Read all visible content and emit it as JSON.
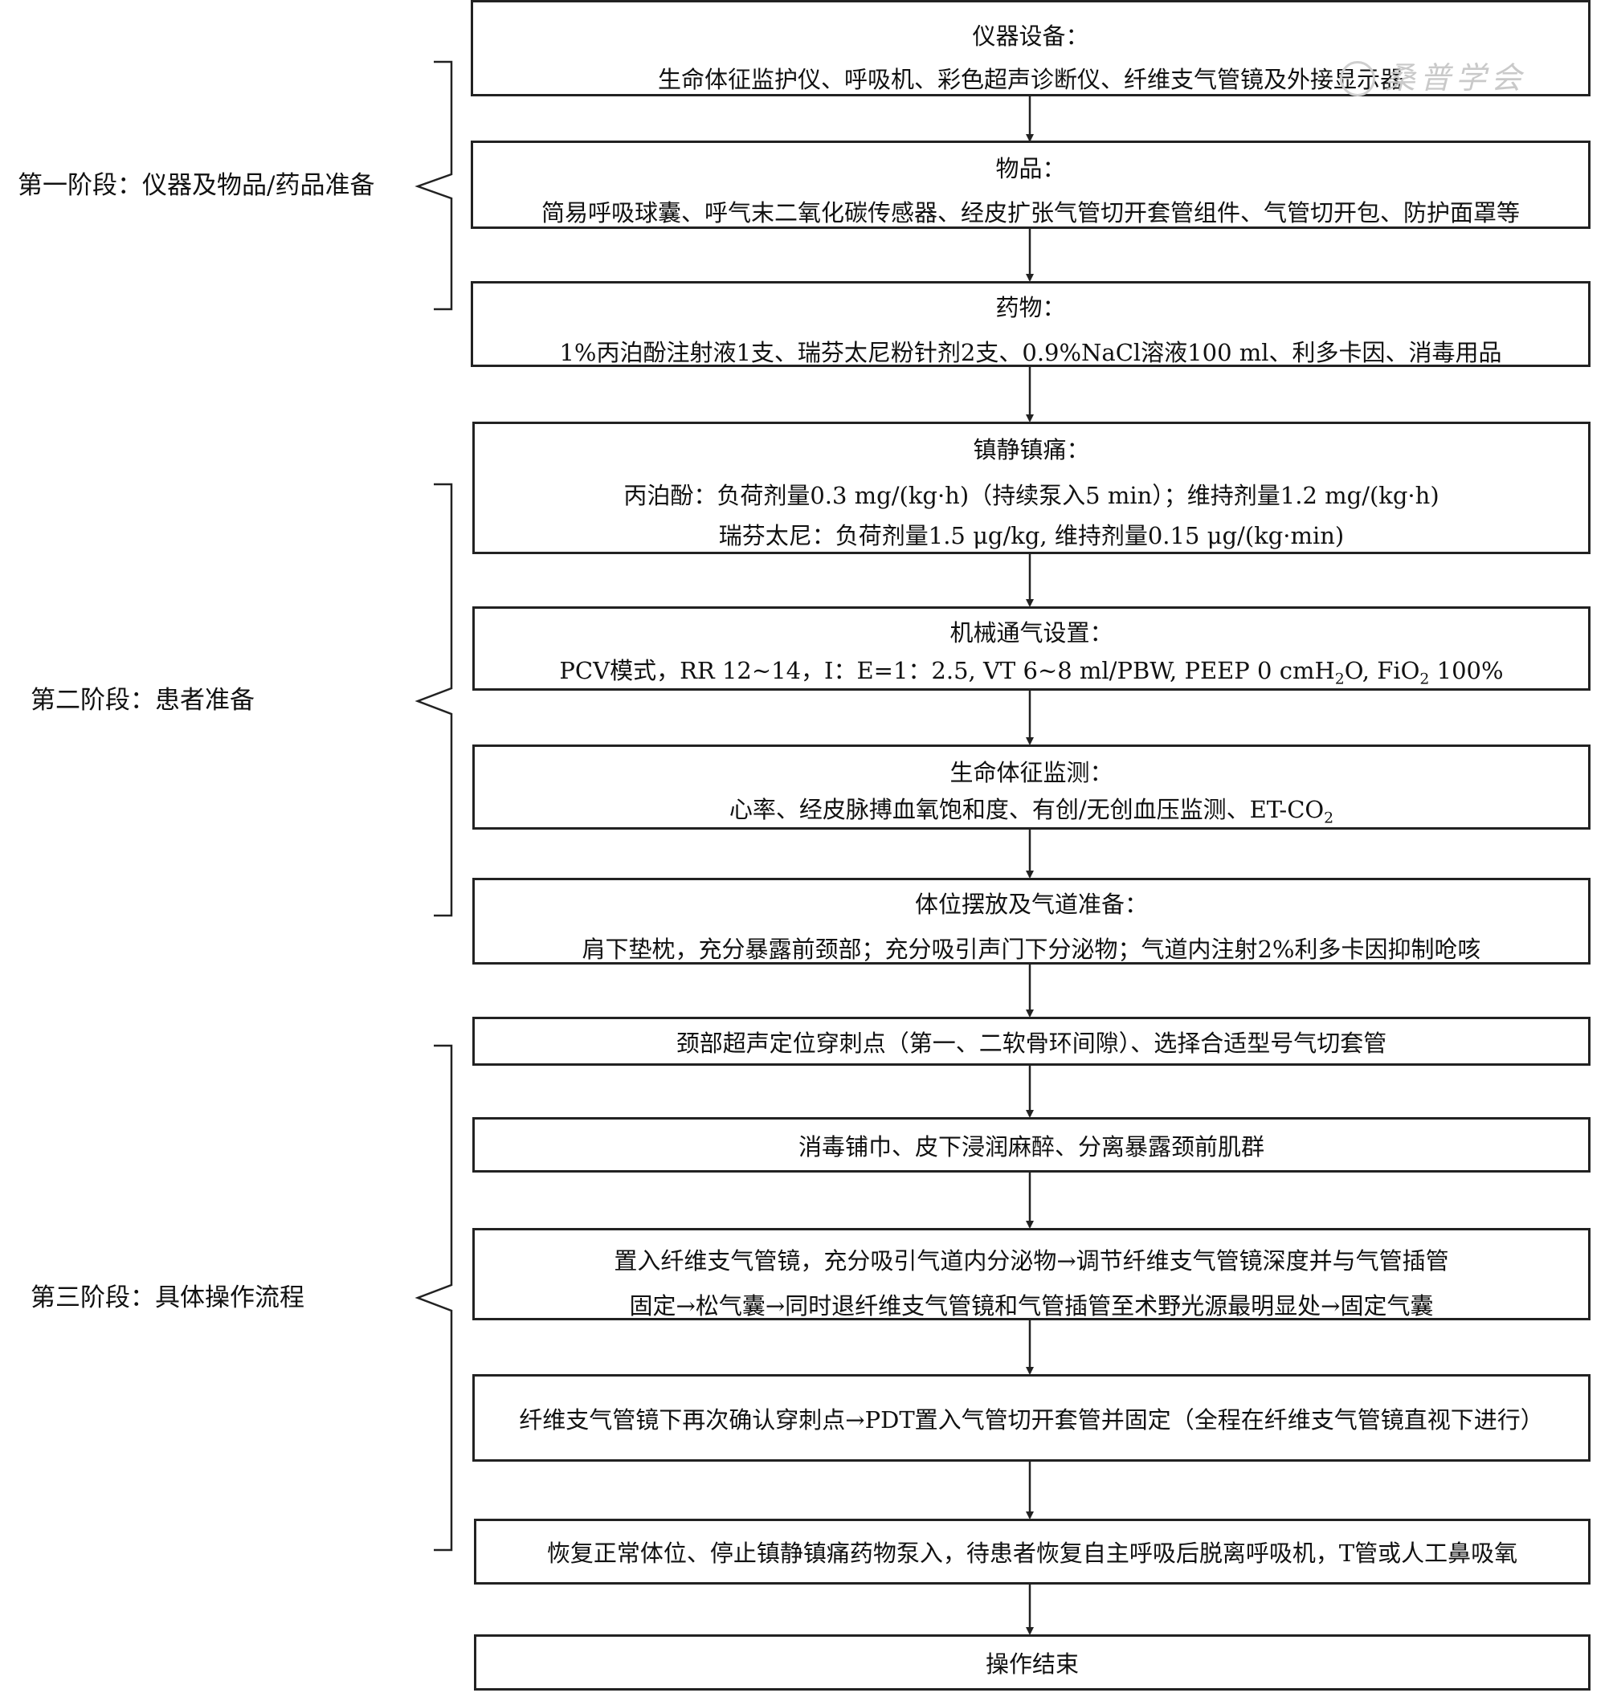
{
  "stages": [
    {
      "label": "第一阶段：仪器及物品/药品准备"
    },
    {
      "label": "第二阶段：患者准备"
    },
    {
      "label": "第三阶段：具体操作流程"
    }
  ],
  "steps": {
    "equipment": {
      "title": "仪器设备：",
      "text": "生命体征监护仪、呼吸机、彩色超声诊断仪、纤维支气管镜及外接显示器"
    },
    "supplies": {
      "title": "物品：",
      "text": "简易呼吸球囊、呼气末二氧化碳传感器、经皮扩张气管切开套管组件、气管切开包、防护面罩等"
    },
    "drugs": {
      "title": "药物：",
      "text": "1%丙泊酚注射液1支、瑞芬太尼粉针剂2支、0.9%NaCl溶液100 ml、利多卡因、消毒用品"
    },
    "sedation": {
      "title": "镇静镇痛：",
      "line1": "丙泊酚：负荷剂量0.3 mg/(kg·h)（持续泵入5  min）；维持剂量1.2 mg/(kg·h)",
      "line2": "瑞芬太尼：负荷剂量1.5 μg/kg, 维持剂量0.15 μg/(kg·min)"
    },
    "ventilation": {
      "title": "机械通气设置：",
      "text_a": "PCV模式，RR 12~14，I：E=1：2.5, VT 6~8 ml/PBW, PEEP 0 cmH",
      "sub_a": "2",
      "text_b": "O, FiO",
      "sub_b": "2",
      "text_c": " 100%"
    },
    "monitoring": {
      "title": "生命体征监测：",
      "text_a": "心率、经皮脉搏血氧饱和度、有创/无创血压监测、ET-CO",
      "sub_a": "2"
    },
    "airway": {
      "title": "体位摆放及气道准备：",
      "text": "肩下垫枕，充分暴露前颈部；充分吸引声门下分泌物；气道内注射2%利多卡因抑制呛咳"
    },
    "ultrasound": {
      "text": "颈部超声定位穿刺点（第一、二软骨环间隙）、选择合适型号气切套管"
    },
    "disinfect": {
      "text": "消毒铺巾、皮下浸润麻醉、分离暴露颈前肌群"
    },
    "bronchoscope": {
      "line1": "置入纤维支气管镜，充分吸引气道内分泌物→调节纤维支气管镜深度并与气管插管",
      "line2": "固定→松气囊→同时退纤维支气管镜和气管插管至术野光源最明显处→固定气囊"
    },
    "pdt": {
      "text": "纤维支气管镜下再次确认穿刺点→PDT置入气管切开套管并固定（全程在纤维支气管镜直视下进行）"
    },
    "recovery": {
      "text": "恢复正常体位、停止镇静镇痛药物泵入，待患者恢复自主呼吸后脱离呼吸机，T管或人工鼻吸氧"
    },
    "end": {
      "text": "操作结束"
    }
  },
  "watermark": {
    "text": "桑普学会"
  },
  "colors": {
    "line": "#222222",
    "watermark": "#c9c9c9"
  }
}
